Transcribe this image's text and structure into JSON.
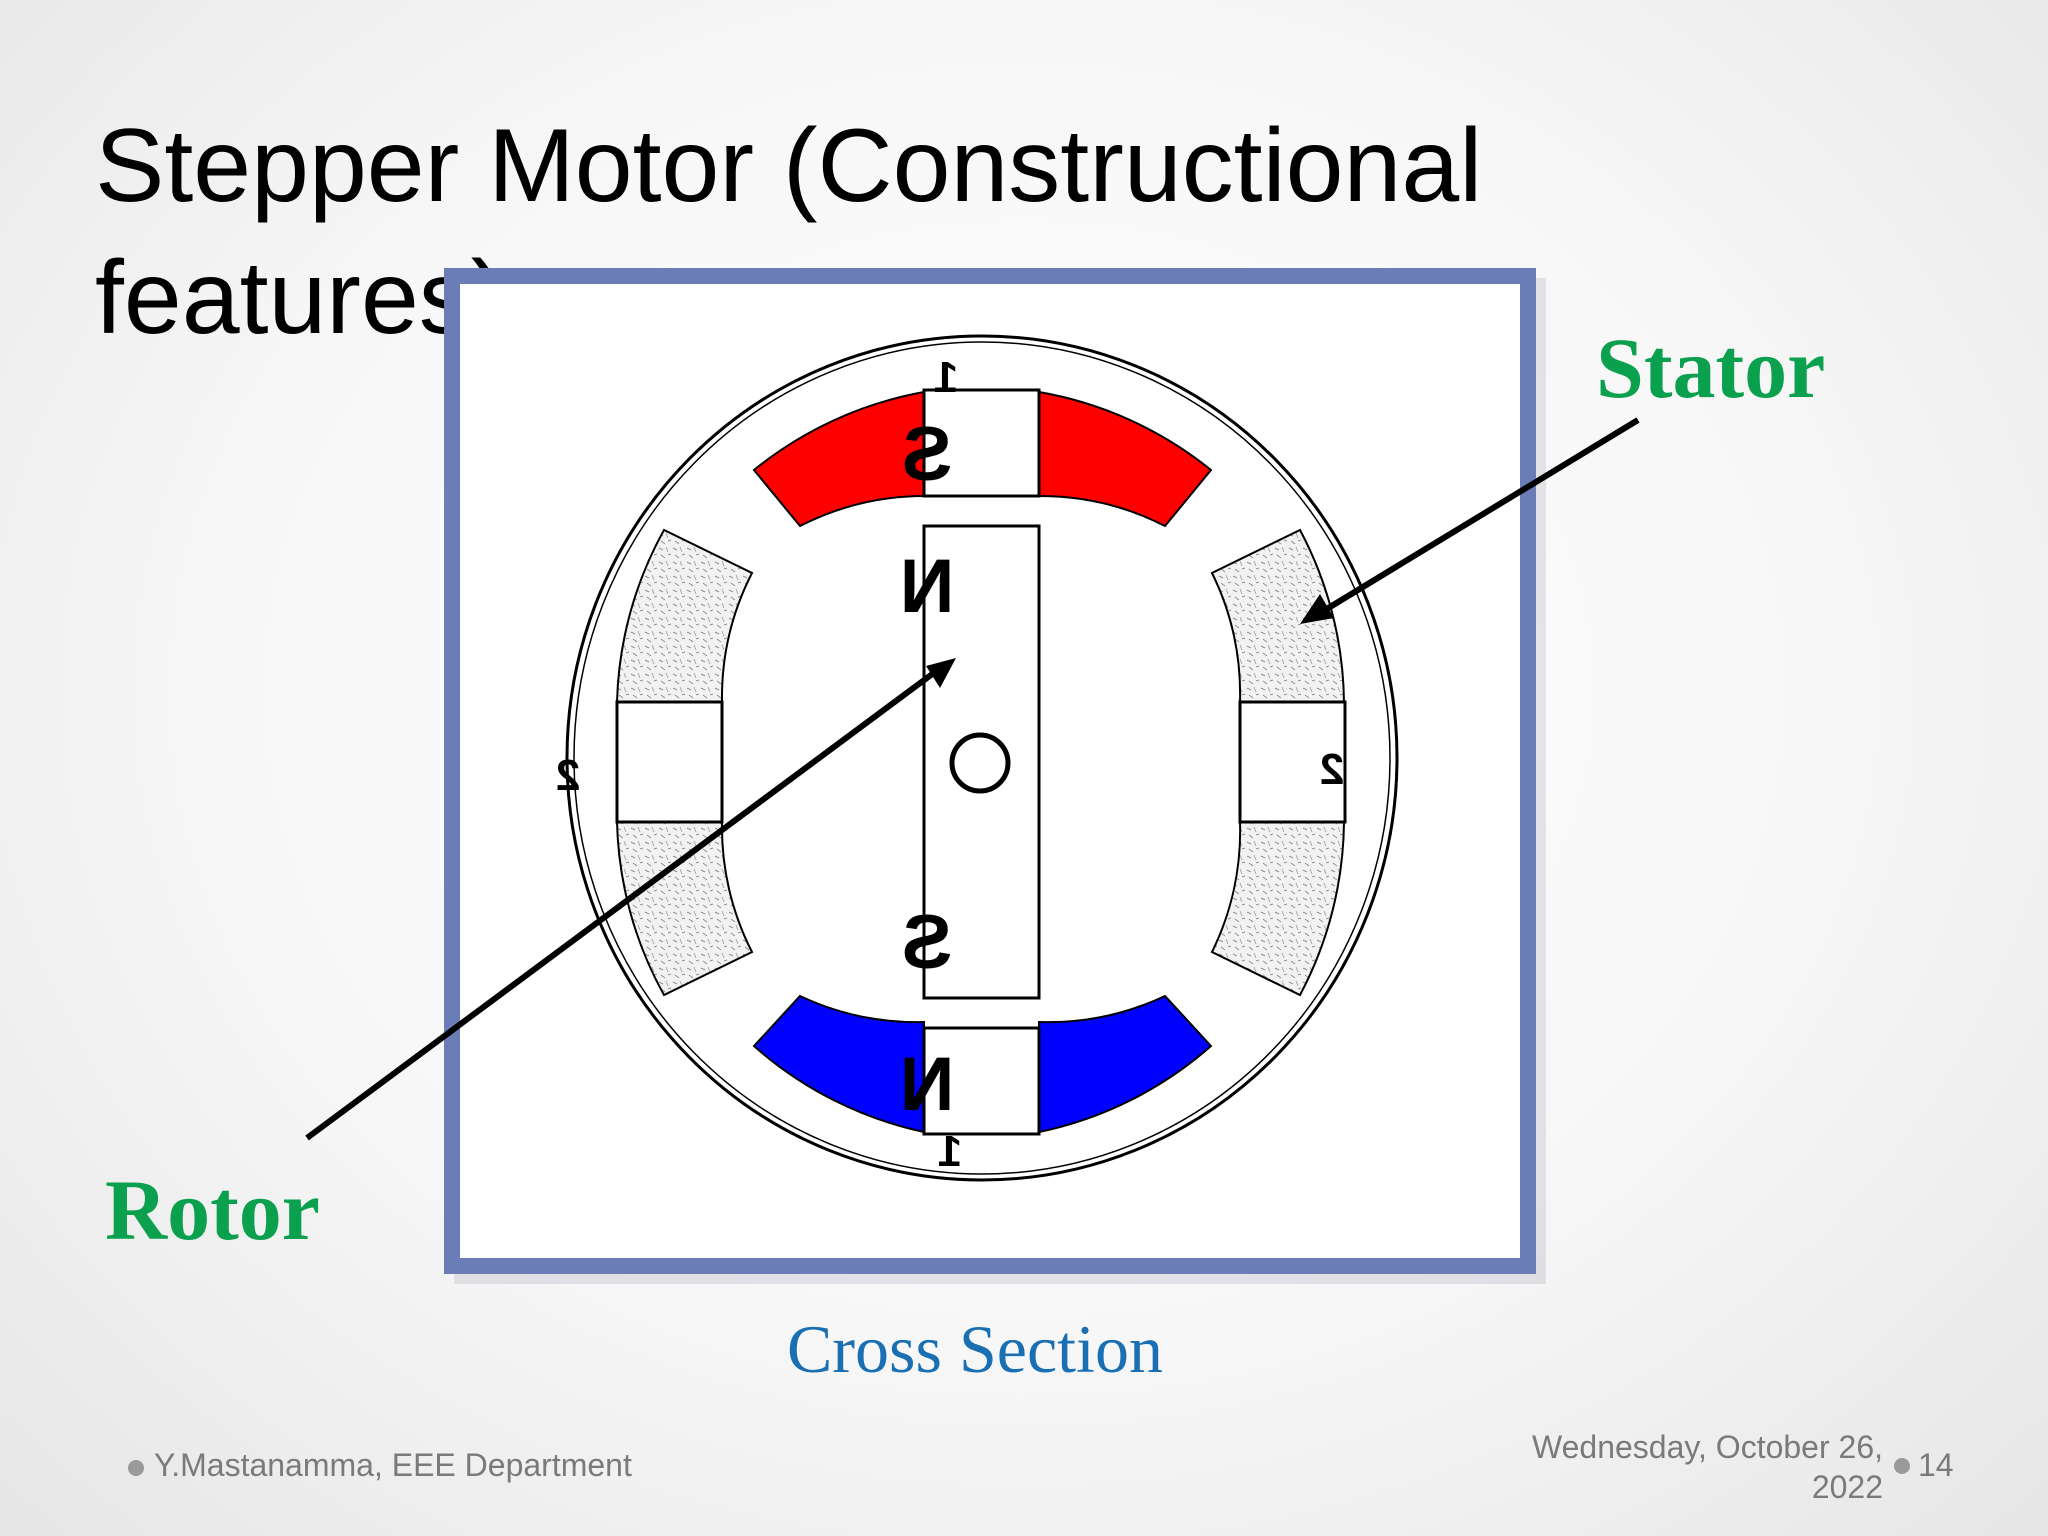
{
  "slide": {
    "title_line1": "Stepper Motor (Constructional",
    "title_line2": "features)"
  },
  "diagram": {
    "stator_label": "Stator",
    "rotor_label": "Rotor",
    "caption": "Cross Section",
    "pole_letters": {
      "top_stator": "S",
      "rotor_top": "N",
      "rotor_bottom": "S",
      "bottom_stator": "N"
    },
    "phase_labels": {
      "top": "1",
      "bottom": "1",
      "left": "2",
      "right": "2"
    },
    "colors": {
      "frame": "#6b7db7",
      "north_pole": "#ff0000",
      "south_pole": "#0000ff",
      "label": "#0aa04e",
      "caption": "#1a6fb3"
    }
  },
  "footer": {
    "author": "Y.Mastanamma, EEE Department",
    "date_line1": "Wednesday, October 26,",
    "date_line2": "2022",
    "page_number": "14"
  }
}
